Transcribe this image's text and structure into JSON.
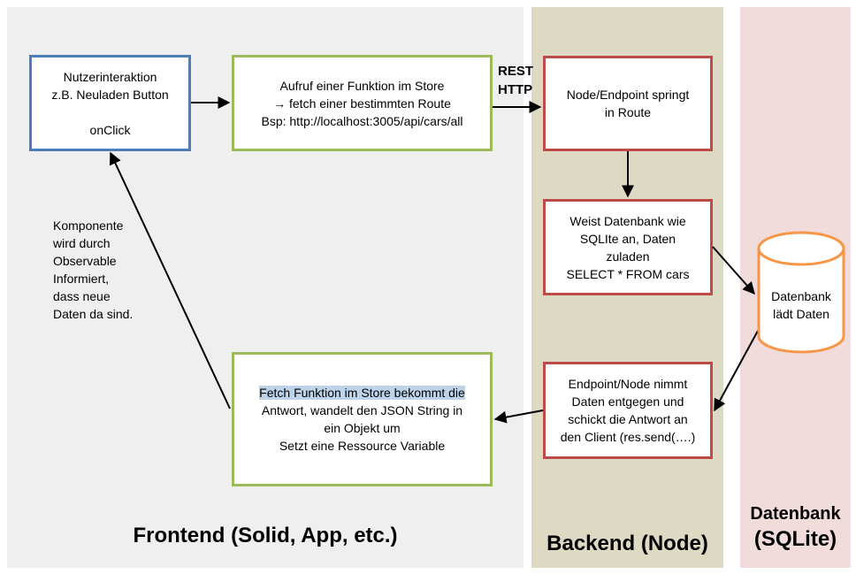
{
  "lanes": {
    "frontend_title": "Frontend (Solid, App, etc.)",
    "backend_title": "Backend (Node)",
    "db_title_line1": "Datenbank",
    "db_title_line2": "(SQLite)"
  },
  "boxes": {
    "user": {
      "lines": [
        "Nutzerinteraktion",
        "z.B. Neuladen Button",
        "",
        "onClick"
      ]
    },
    "store": {
      "lines": [
        "Aufruf einer Funktion im Store",
        "→ fetch einer bestimmten Route",
        "Bsp: http://localhost:3005/api/cars/all"
      ]
    },
    "node": {
      "lines": [
        "Node/Endpoint springt",
        "in Route"
      ]
    },
    "sqlite": {
      "lines": [
        "Weist Datenbank wie",
        "SQLIte an, Daten",
        "zuladen",
        "SELECT * FROM cars"
      ]
    },
    "response": {
      "lines": [
        "Endpoint/Node nimmt",
        "Daten entgegen und",
        "schickt die Antwort an",
        "den Client (res.send(….)"
      ]
    },
    "fetch": {
      "highlighted": "Fetch Funktion im Store bekommt die",
      "lines": [
        "Antwort, wandelt den JSON String in",
        "ein Objekt um",
        "Setzt eine Ressource Variable"
      ]
    }
  },
  "database": {
    "lines": [
      "Datenbank",
      "lädt Daten"
    ]
  },
  "protocol": {
    "line1": "REST",
    "line2": "HTTP"
  },
  "side_note": {
    "lines": [
      "Komponente",
      "wird durch",
      "Observable",
      "Informiert,",
      "dass neue",
      "Daten da sind."
    ]
  },
  "colors": {
    "frontend_lane": "#efefef",
    "backend_lane": "#ddd9c3",
    "db_lane": "#f2dcdb",
    "blue_border": "#4a7ebb",
    "green_border": "#9bbb59",
    "red_border": "#be4b48",
    "db_orange": "#f79646",
    "highlight": "#bcd3ea"
  }
}
